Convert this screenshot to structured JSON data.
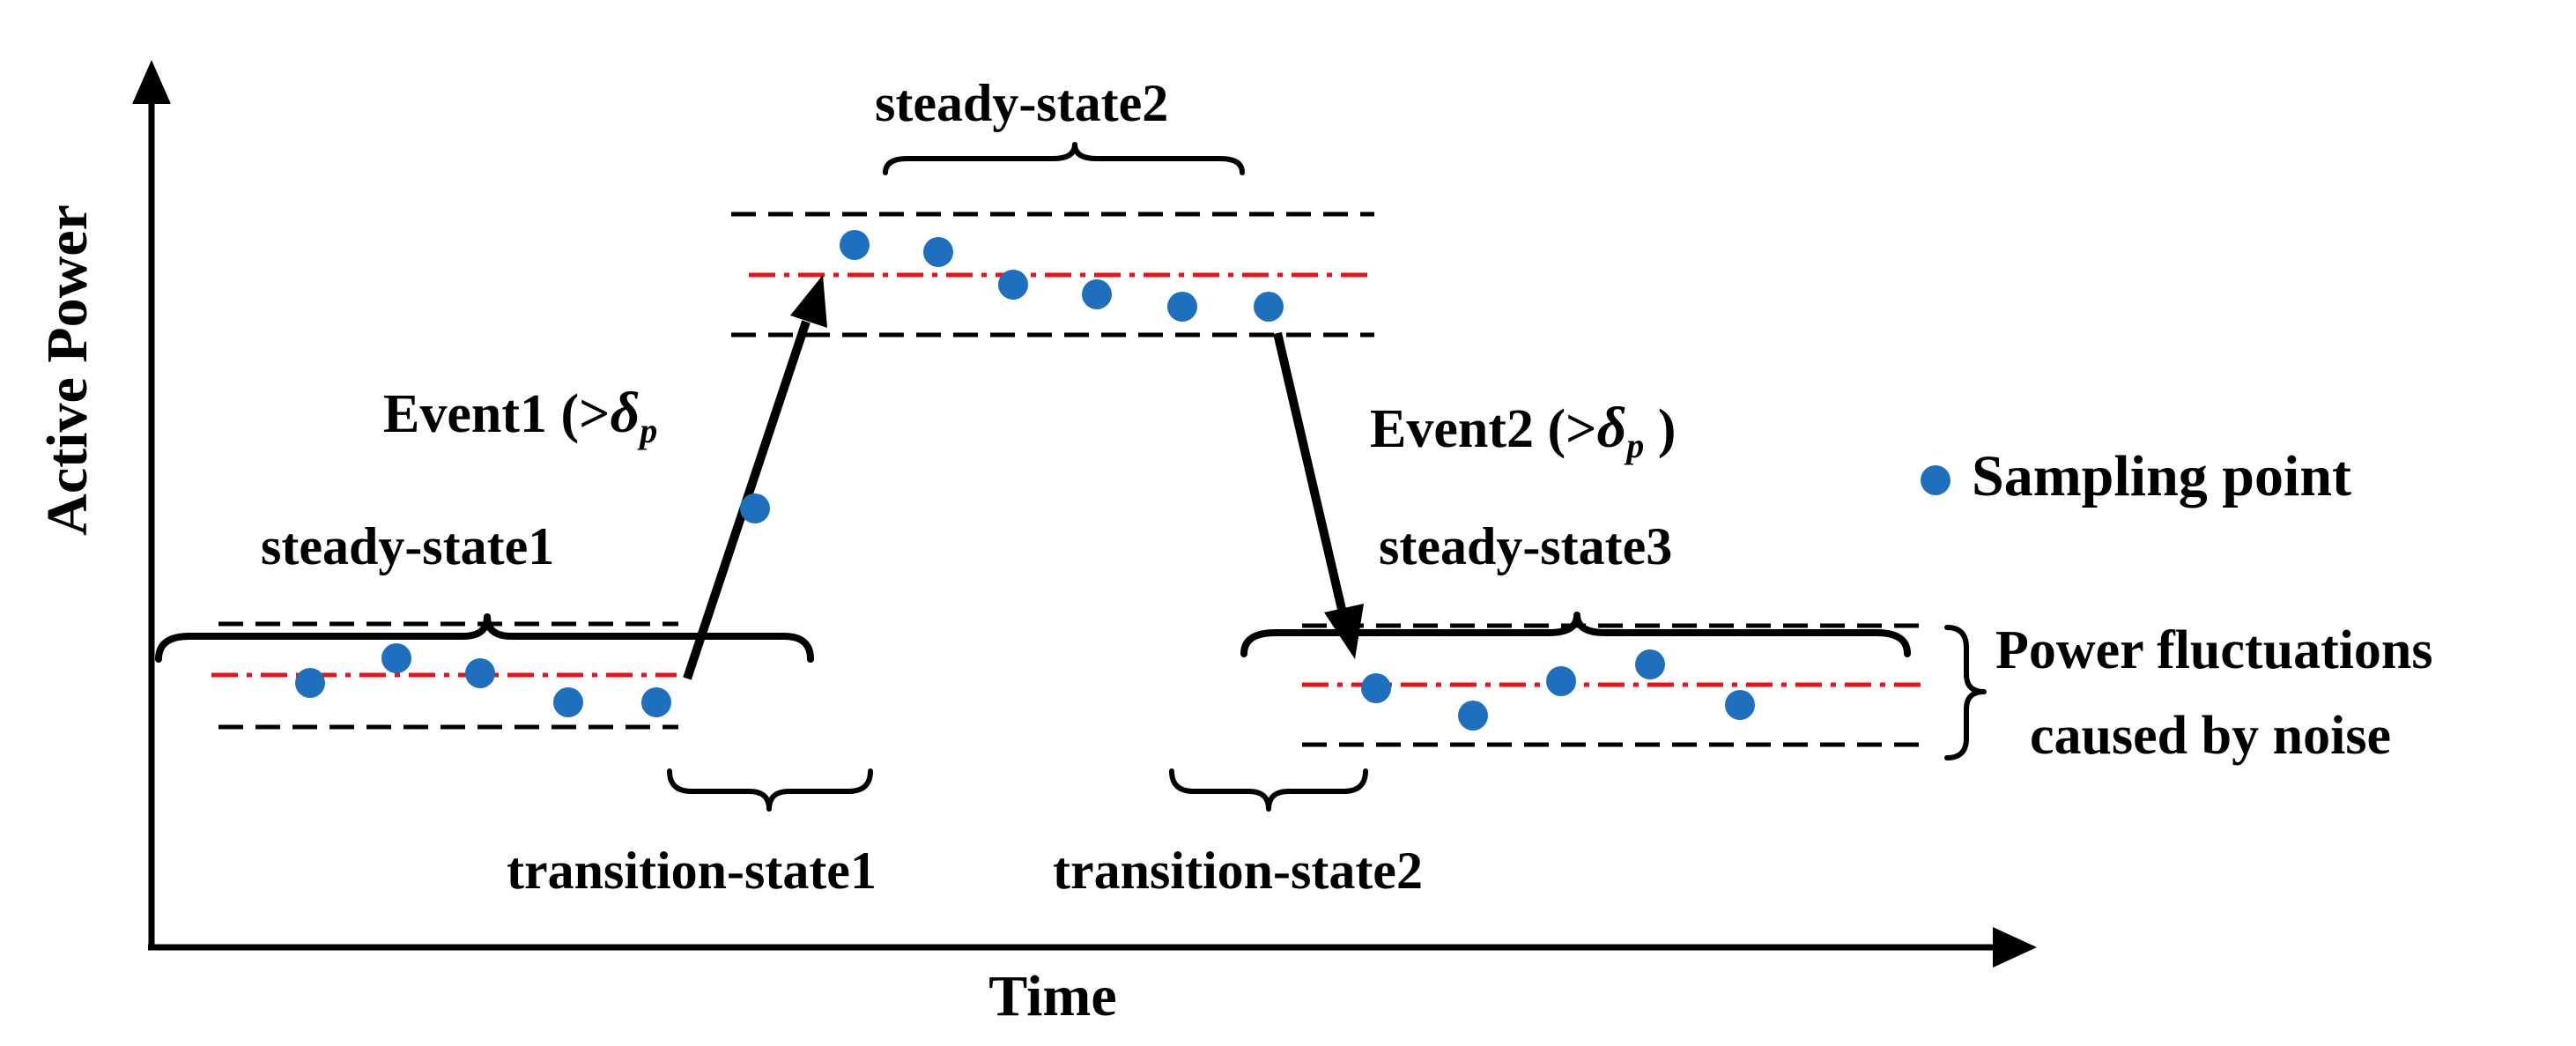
{
  "axes": {
    "y_label": "Active Power",
    "x_label": "Time"
  },
  "states": {
    "steady1": "steady-state1",
    "steady2": "steady-state2",
    "steady3": "steady-state3",
    "transition1": "transition-state1",
    "transition2": "transition-state2"
  },
  "events": {
    "event1": {
      "prefix": "Event1 (>",
      "symbol": "δ",
      "sub": "p",
      "suffix": ""
    },
    "event2": {
      "prefix": "Event2 (>",
      "symbol": "δ",
      "sub": "p",
      "suffix": " )"
    }
  },
  "legend": {
    "sampling_point": "Sampling point"
  },
  "noise_note": {
    "line1": "Power fluctuations",
    "line2": "caused by noise"
  },
  "colors": {
    "point": "#1f6fbf",
    "mean_line": "#e8141b",
    "band": "#000000",
    "arrow": "#000000"
  }
}
